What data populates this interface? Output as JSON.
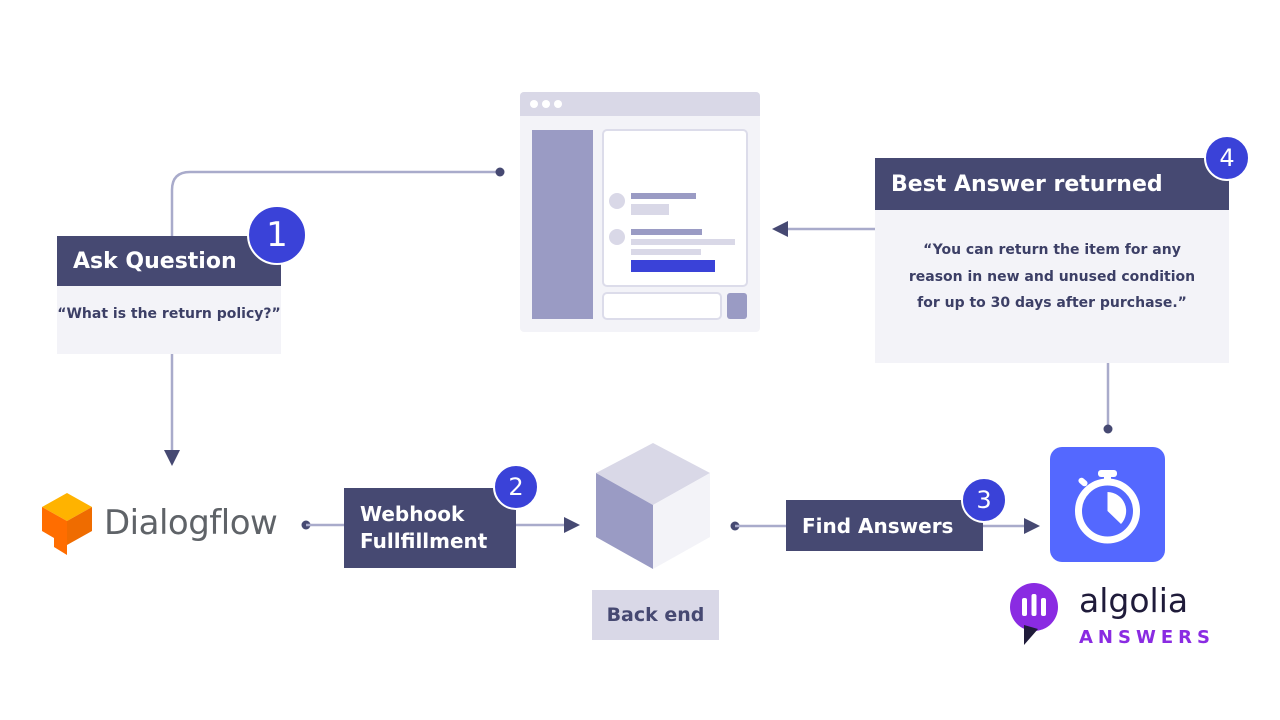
{
  "steps": {
    "ask": {
      "number": "1",
      "label": "Ask Question",
      "quote": "“What is the return policy?”"
    },
    "webhook": {
      "number": "2",
      "line1": "Webhook",
      "line2": "Fullfillment"
    },
    "find": {
      "number": "3",
      "label": "Find Answers"
    },
    "best": {
      "number": "4",
      "label": "Best Answer returned",
      "quote_line1": "“You can return the item for any",
      "quote_line2": "reason in new and unused condition",
      "quote_line3": "for up to 30 days after purchase.”"
    }
  },
  "backend": {
    "label": "Back end"
  },
  "dialogflow": {
    "name": "Dialogflow"
  },
  "algolia": {
    "name": "algolia",
    "product": "ANSWERS"
  },
  "colors": {
    "pill": "#464972",
    "badge": "#3a42d8",
    "connector": "#a9abcb",
    "algolia_blue": "#5468ff",
    "algolia_purple": "#8a2be2",
    "dialogflow_orange": "#ff9800"
  },
  "icons": [
    "browser-window-icon",
    "cube-icon",
    "dialogflow-logo-icon",
    "stopwatch-icon",
    "algolia-logo-icon"
  ]
}
